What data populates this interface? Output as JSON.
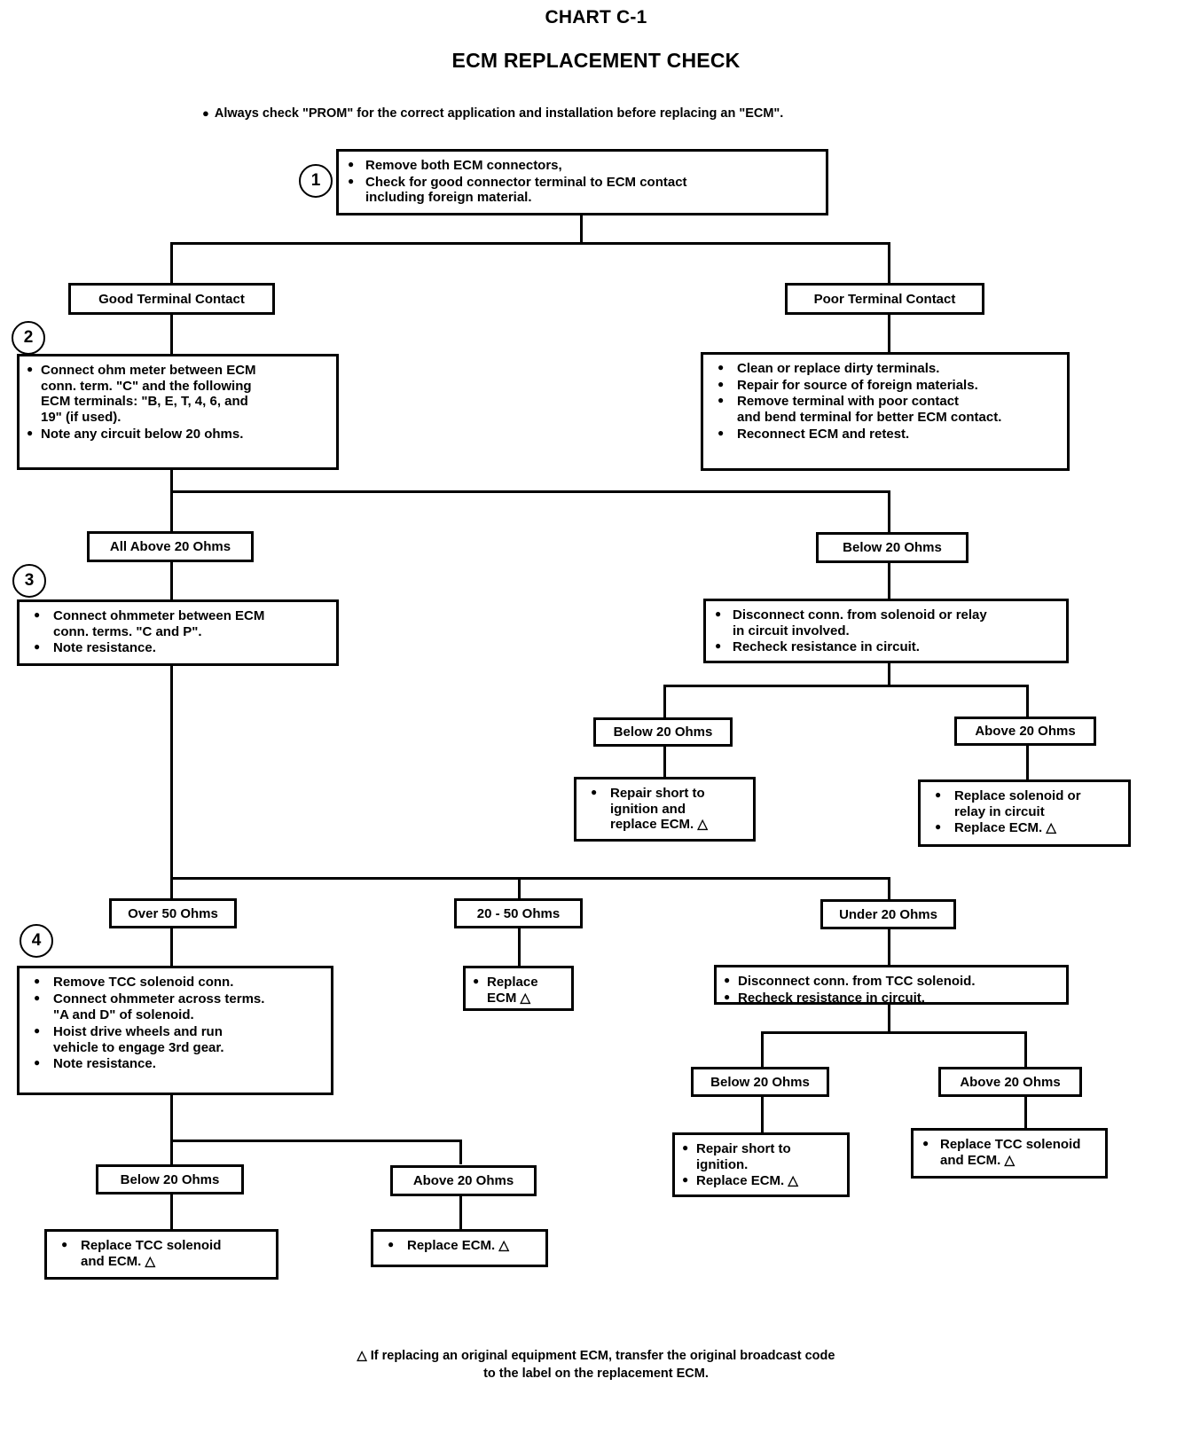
{
  "header": {
    "chart_id": "CHART C-1",
    "title": "ECM REPLACEMENT CHECK",
    "note": "Always check \"PROM\" for the correct application and installation before replacing an \"ECM\"."
  },
  "footer": {
    "line1": "△ If replacing an original equipment ECM, transfer the original broadcast code",
    "line2": "to the label on the replacement ECM."
  },
  "steps": {
    "one": "1",
    "two": "2",
    "three": "3",
    "four": "4"
  },
  "nodes": {
    "step1": {
      "items": [
        "Remove both ECM connectors,",
        "Check for good connector terminal to ECM contact\nincluding foreign material."
      ]
    },
    "good_terminal_contact": {
      "label": "Good Terminal Contact"
    },
    "poor_terminal_contact": {
      "label": "Poor Terminal Contact"
    },
    "step2": {
      "items": [
        "Connect ohm meter between ECM\nconn. term. \"C\" and the following\nECM terminals: \"B, E, T, 4, 6, and\n19\" (if used).",
        "Note any circuit below 20 ohms."
      ]
    },
    "poor_actions": {
      "items": [
        "Clean or replace dirty terminals.",
        "Repair for source of foreign materials.",
        "Remove terminal with poor contact\nand bend terminal for better ECM contact.",
        "Reconnect ECM and retest."
      ]
    },
    "all_above_20": {
      "label": "All Above 20 Ohms"
    },
    "below_20_a": {
      "label": "Below 20 Ohms"
    },
    "step3": {
      "items": [
        "Connect ohmmeter between ECM\nconn. terms. \"C and P\".",
        "Note resistance."
      ]
    },
    "disconnect_solenoid_relay": {
      "items": [
        "Disconnect conn. from solenoid or relay\nin circuit involved.",
        "Recheck resistance in circuit."
      ]
    },
    "below_20_b": {
      "label": "Below 20 Ohms"
    },
    "above_20_b": {
      "label": "Above 20 Ohms"
    },
    "repair_short_ignition": {
      "items": [
        "Repair short to\nignition and\nreplace ECM. △"
      ]
    },
    "replace_solenoid_relay": {
      "items": [
        "Replace solenoid or\nrelay in circuit",
        "Replace ECM. △"
      ]
    },
    "over_50": {
      "label": "Over 50 Ohms"
    },
    "twenty_to_fifty": {
      "label": "20 - 50 Ohms"
    },
    "under_20": {
      "label": "Under 20 Ohms"
    },
    "step4": {
      "items": [
        "Remove TCC solenoid conn.",
        "Connect ohmmeter across terms.",
        "\"A and D\" of solenoid.",
        "Hoist drive wheels and run\nvehicle to engage 3rd gear.",
        "Note resistance."
      ]
    },
    "replace_ecm_mid": {
      "items": [
        "Replace\nECM △"
      ]
    },
    "disconnect_tcc": {
      "items": [
        "Disconnect conn. from TCC solenoid.",
        "Recheck resistance in circuit."
      ]
    },
    "below_20_c": {
      "label": "Below 20 Ohms"
    },
    "above_20_c": {
      "label": "Above 20 Ohms"
    },
    "repair_short_ignition2": {
      "items": [
        "Repair short to\nignition.",
        "Replace ECM.      △"
      ]
    },
    "replace_tcc_ecm_right": {
      "items": [
        "Replace TCC solenoid\nand ECM. △"
      ]
    },
    "below_20_d": {
      "label": "Below 20 Ohms"
    },
    "above_20_d": {
      "label": "Above 20 Ohms"
    },
    "replace_tcc_ecm_left": {
      "items": [
        "Replace TCC solenoid\nand ECM.  △"
      ]
    },
    "replace_ecm_left": {
      "items": [
        "Replace ECM. △"
      ]
    }
  }
}
